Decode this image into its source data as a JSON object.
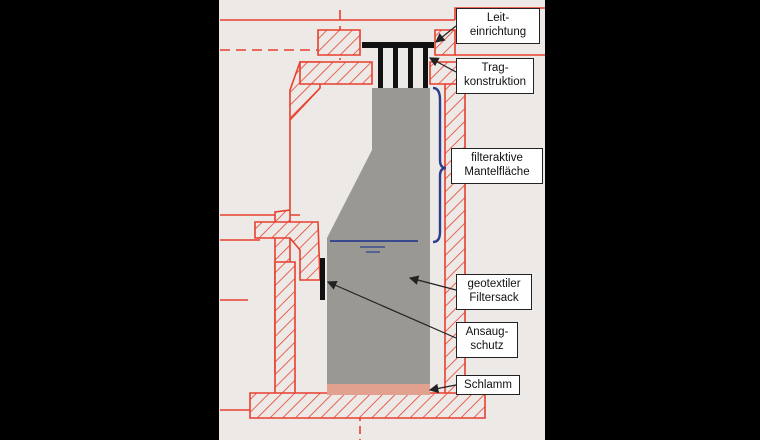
{
  "labels": {
    "leiteinrichtung": [
      "Leit-",
      "einrichtung"
    ],
    "tragkonstruktion": [
      "Trag-",
      "konstruktion"
    ],
    "mantelflaeche": [
      "filteraktive",
      "Mantelfläche"
    ],
    "filtersack": [
      "geotextiler",
      "Filtersack"
    ],
    "ansaugschutz": [
      "Ansaug-",
      "schutz"
    ],
    "schlamm": "Schlamm"
  },
  "colors": {
    "structure": "#e8402f",
    "filter": "#9a9893",
    "water": "#2b3e8c",
    "sludge": "#e2a08e",
    "frame": "#111111",
    "panel": "#ece9e6"
  }
}
